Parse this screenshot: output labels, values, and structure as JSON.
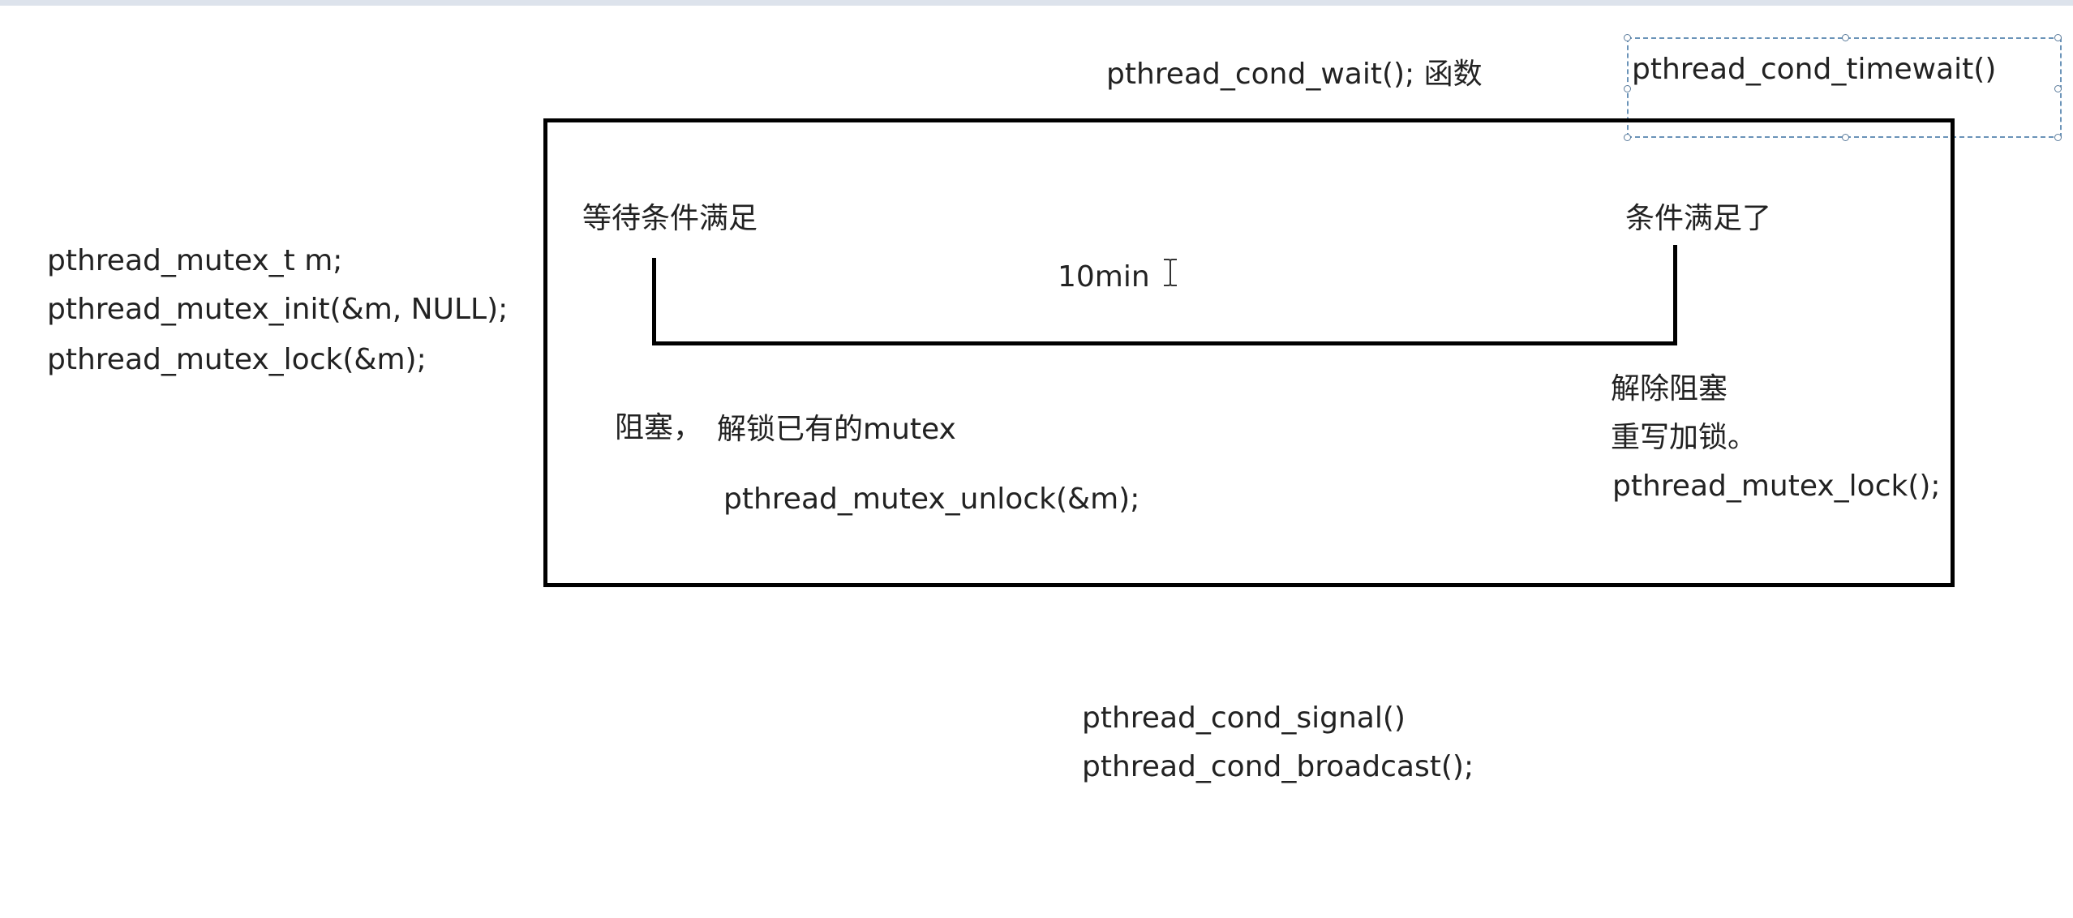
{
  "title": "pthread_cond_wait(); 函数",
  "timewait_label": "pthread_cond_timewait()",
  "mutex_code": {
    "line1": "pthread_mutex_t  m;",
    "line2": "pthread_mutex_init(&m, NULL);",
    "line3": "pthread_mutex_lock(&m);"
  },
  "box": {
    "wait_label": "等待条件满足",
    "satisfied_label": "条件满足了",
    "duration": "10min",
    "block_label": "阻塞，",
    "unlock_desc": "解锁已有的mutex",
    "unlock_code": "pthread_mutex_unlock(&m);",
    "unblock_label": "解除阻塞",
    "relock_label": "重写加锁。",
    "lock_code": "pthread_mutex_lock();"
  },
  "signal_code": {
    "line1": "pthread_cond_signal()",
    "line2": "pthread_cond_broadcast();"
  },
  "colors": {
    "top_strip": "#dde3ec",
    "selection_border": "#6a93b8",
    "box_border": "#000000"
  }
}
